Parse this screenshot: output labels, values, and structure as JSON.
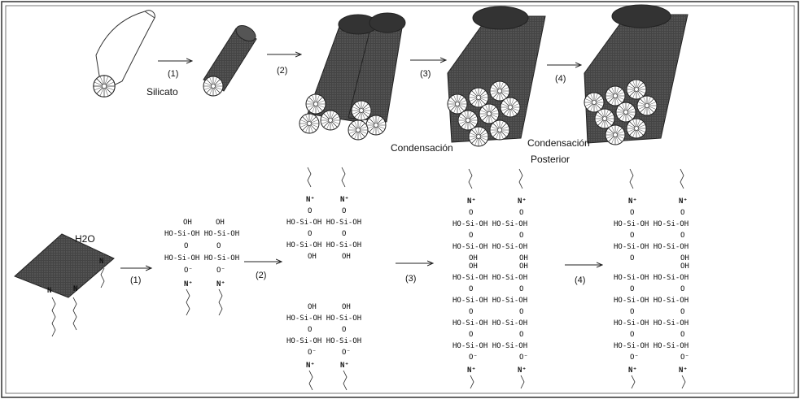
{
  "labels": {
    "silicate": "Silicato",
    "condensation": "Condensación",
    "post_condensation_1": "Condensación",
    "post_condensation_2": "Posterior",
    "water": "H2O"
  },
  "steps": [
    "(1)",
    "(2)",
    "(3)",
    "(4)"
  ],
  "chem": {
    "oh": "OH",
    "si_row": "HO-Si-OH",
    "si_row_pair": "HO-Si-OH HO-Si-OH",
    "si_left": "HO-Si-OH",
    "o": "O",
    "o_minus": "O⁻",
    "n_plus": "N⁺",
    "n": "N",
    "oh_pair": "OH   OH"
  }
}
